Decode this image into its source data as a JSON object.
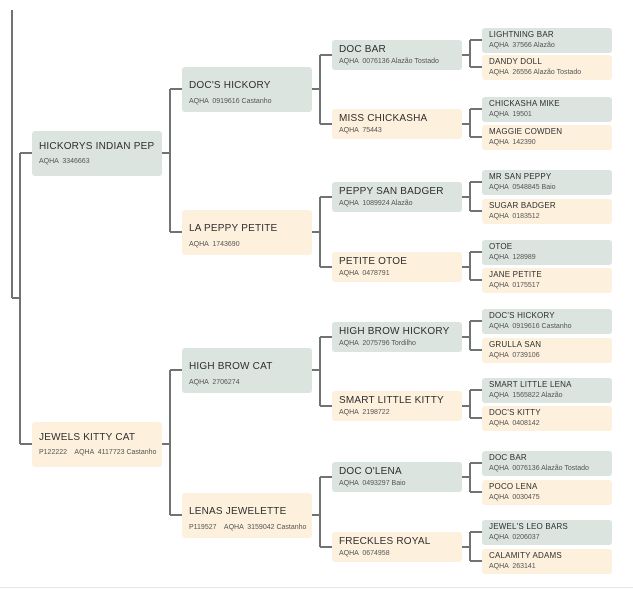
{
  "colors": {
    "male": "#dce4e0",
    "female": "#fdf0dd",
    "line": "#6f7372"
  },
  "horse": {
    "sire": {
      "name": "HICKORYS INDIAN PEP",
      "info": "AQHA  3346663",
      "sire": {
        "name": "DOC'S HICKORY",
        "info": "AQHA  0919616 Castanho",
        "sire": {
          "name": "DOC BAR",
          "info": "AQHA  0076136 Alazão Tostado",
          "sire": {
            "name": "LIGHTNING BAR",
            "info": "AQHA  37566 Alazão"
          },
          "dam": {
            "name": "DANDY DOLL",
            "info": "AQHA  26556 Alazão Tostado"
          }
        },
        "dam": {
          "name": "MISS CHICKASHA",
          "info": "AQHA  75443",
          "sire": {
            "name": "CHICKASHA MIKE",
            "info": "AQHA  19501"
          },
          "dam": {
            "name": "MAGGIE COWDEN",
            "info": "AQHA  142390"
          }
        }
      },
      "dam": {
        "name": "LA PEPPY PETITE",
        "info": "AQHA  1743690",
        "sire": {
          "name": "PEPPY SAN BADGER",
          "info": "AQHA  1089924 Alazão",
          "sire": {
            "name": "MR SAN PEPPY",
            "info": "AQHA  0548845 Baio"
          },
          "dam": {
            "name": "SUGAR BADGER",
            "info": "AQHA  0183512"
          }
        },
        "dam": {
          "name": "PETITE OTOE",
          "info": "AQHA  0478791",
          "sire": {
            "name": "OTOE",
            "info": "AQHA  128989"
          },
          "dam": {
            "name": "JANE PETITE",
            "info": "AQHA  0175517"
          }
        }
      }
    },
    "dam": {
      "name": "JEWELS KITTY CAT",
      "info": "P122222    AQHA  4117723 Castanho",
      "sire": {
        "name": "HIGH BROW CAT",
        "info": "AQHA  2706274",
        "sire": {
          "name": "HIGH BROW HICKORY",
          "info": "AQHA  2075796 Tordilho",
          "sire": {
            "name": "DOC'S HICKORY",
            "info": "AQHA  0919616 Castanho"
          },
          "dam": {
            "name": "GRULLA SAN",
            "info": "AQHA  0739106"
          }
        },
        "dam": {
          "name": "SMART LITTLE KITTY",
          "info": "AQHA  2198722",
          "sire": {
            "name": "SMART LITTLE LENA",
            "info": "AQHA  1565822 Alazão"
          },
          "dam": {
            "name": "DOC'S KITTY",
            "info": "AQHA  0408142"
          }
        }
      },
      "dam": {
        "name": "LENAS JEWELETTE",
        "info": "P119527    AQHA  3159042 Castanho",
        "sire": {
          "name": "DOC O'LENA",
          "info": "AQHA  0493297 Baio",
          "sire": {
            "name": "DOC BAR",
            "info": "AQHA  0076136 Alazão Tostado"
          },
          "dam": {
            "name": "POCO LENA",
            "info": "AQHA  0030475"
          }
        },
        "dam": {
          "name": "FRECKLES ROYAL",
          "info": "AQHA  0674958",
          "sire": {
            "name": "JEWEL'S LEO BARS",
            "info": "AQHA  0206037"
          },
          "dam": {
            "name": "CALAMITY ADAMS",
            "info": "AQHA  263141"
          }
        }
      }
    }
  }
}
